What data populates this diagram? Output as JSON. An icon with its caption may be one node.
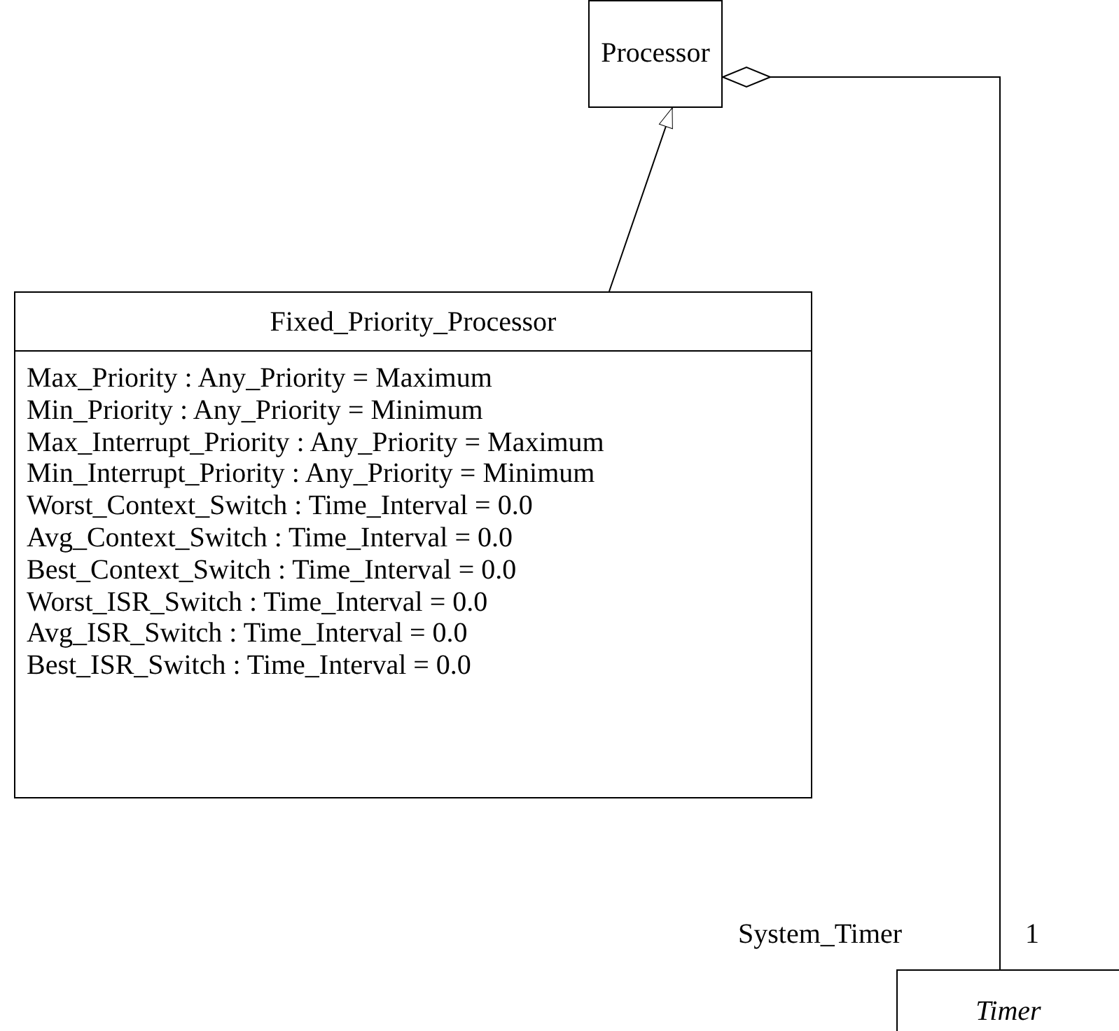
{
  "diagram": {
    "nodes": [
      {
        "text": [
          "Processor"
        ]
      },
      {
        "text": [
          "Fixed_Priority_Processor",
          "Max_Priority : Any_Priority = Maximum",
          "Min_Priority : Any_Priority = Minimum",
          "Max_Interrupt_Priority : Any_Priority = Maximum",
          "Min_Interrupt_Priority : Any_Priority = Minimum",
          "Worst_Context_Switch : Time_Interval = 0.0",
          "Avg_Context_Switch : Time_Interval = 0.0",
          "Best_Context_Switch : Time_Interval = 0.0",
          "Worst_ISR_Switch : Time_Interval = 0.0",
          "Avg_ISR_Switch : Time_Interval = 0.0",
          "Best_ISR_Switch : Time_Interval = 0.0"
        ]
      },
      {
        "text": [
          "Timer"
        ]
      }
    ],
    "edges": [
      {
        "from": 1,
        "to": 0,
        "arrow": "to"
      },
      {
        "from": 0,
        "to": 2,
        "arrow": "other"
      }
    ],
    "labels": [
      "System_Timer",
      "1"
    ]
  }
}
